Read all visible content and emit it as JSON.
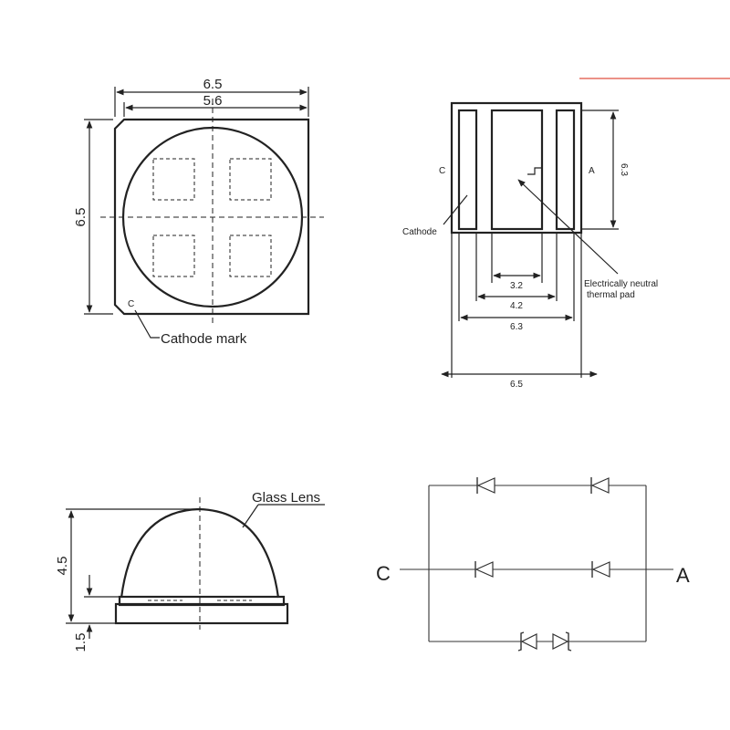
{
  "top_view": {
    "width_outer": "6.5",
    "width_inner": "5.6",
    "height": "6.5",
    "cathode_letter": "C",
    "cathode_mark_label": "Cathode mark"
  },
  "bottom_view": {
    "label_c": "C",
    "label_a": "A",
    "height": "6.3",
    "cathode_label": "Cathode",
    "thermal_pad_line1": "Electrically neutral",
    "thermal_pad_line2": "thermal pad",
    "dim_pad": "3.2",
    "dim_inner": "4.2",
    "dim_pads": "6.3",
    "dim_total": "6.5"
  },
  "side_view": {
    "lens_label": "Glass  Lens",
    "height_total": "4.5",
    "height_base": "1.5"
  },
  "schematic": {
    "label_c": "C",
    "label_a": "A"
  },
  "colors": {
    "line": "#222222",
    "accent_rule": "#e05040"
  }
}
